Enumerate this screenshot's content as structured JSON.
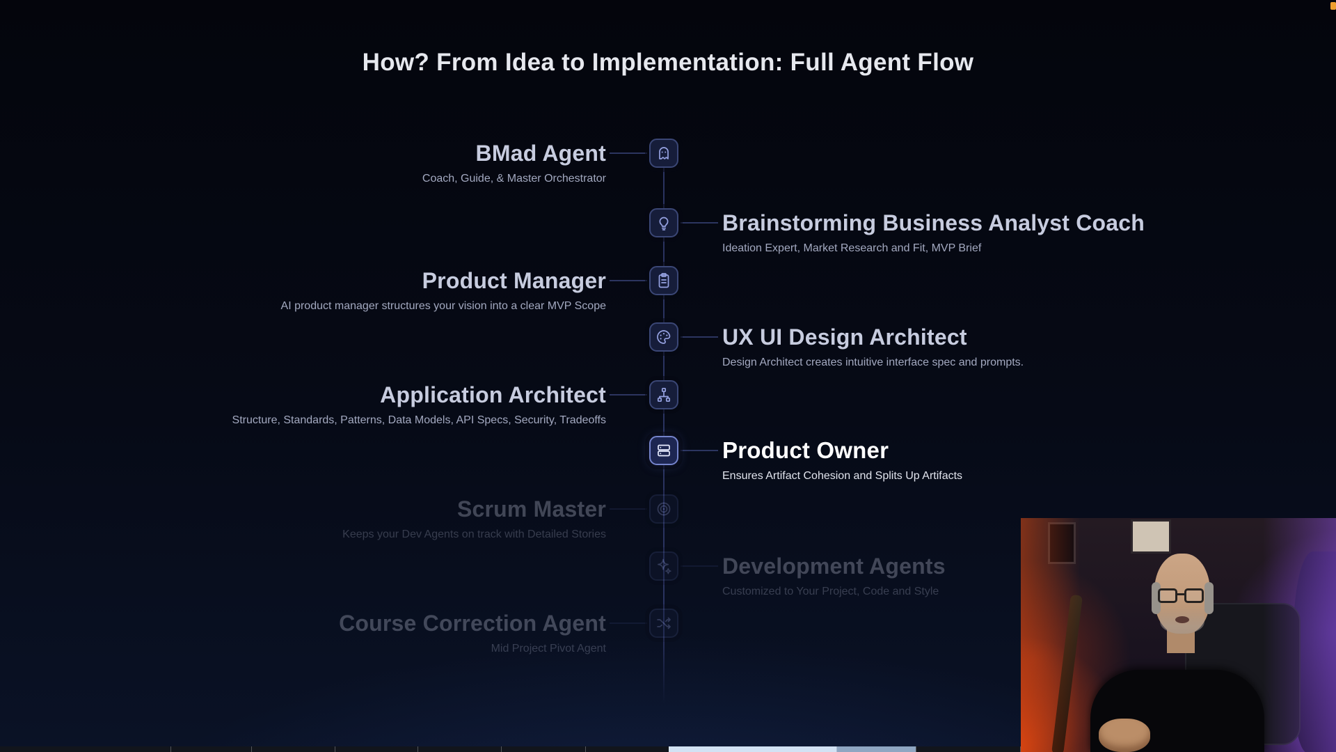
{
  "slide": {
    "title": "How? From Idea to Implementation: Full Agent Flow",
    "timeline": [
      {
        "name": "BMad Agent",
        "desc": "Coach, Guide, & Master Orchestrator",
        "side": "left",
        "state": "normal",
        "icon": "ghost-icon"
      },
      {
        "name": "Brainstorming Business Analyst Coach",
        "desc": "Ideation Expert, Market Research and Fit, MVP Brief",
        "side": "right",
        "state": "normal",
        "icon": "lightbulb-icon"
      },
      {
        "name": "Product Manager",
        "desc": "AI product manager structures your vision into a clear MVP Scope",
        "side": "left",
        "state": "normal",
        "icon": "clipboard-icon"
      },
      {
        "name": "UX UI Design Architect",
        "desc": "Design Architect creates intuitive interface spec and prompts.",
        "side": "right",
        "state": "normal",
        "icon": "palette-icon"
      },
      {
        "name": "Application Architect",
        "desc": "Structure, Standards, Patterns, Data Models, API Specs, Security, Tradeoffs",
        "side": "left",
        "state": "normal",
        "icon": "sitemap-icon"
      },
      {
        "name": "Product Owner",
        "desc": "Ensures Artifact Cohesion and Splits Up Artifacts",
        "side": "right",
        "state": "active",
        "icon": "layers-icon"
      },
      {
        "name": "Scrum Master",
        "desc": "Keeps your Dev Agents on track with Detailed Stories",
        "side": "left",
        "state": "dimmed",
        "icon": "target-icon"
      },
      {
        "name": "Development Agents",
        "desc": "Customized to Your Project, Code and Style",
        "side": "right",
        "state": "dimmed",
        "icon": "sparkle-icon"
      },
      {
        "name": "Course Correction Agent",
        "desc": "Mid Project Pivot Agent",
        "side": "left",
        "state": "dimmed",
        "icon": "shuffle-icon"
      }
    ]
  },
  "colors": {
    "background_top": "#04050c",
    "background_glow": "#1c3064",
    "title_text": "#e6e8ee",
    "item_text": "#c7ccdf",
    "item_desc": "#a3a9c0",
    "active_text": "#ffffff",
    "icon_box_bg": "#161d3a",
    "icon_box_border": "#3b4776",
    "icon_stroke": "#96a2e2",
    "timeline_line": "#2a3360",
    "strip_highlight": "#d2e2f4",
    "strip_mid": "#8fa6c2",
    "recording_dot": "#ef9e2e"
  }
}
